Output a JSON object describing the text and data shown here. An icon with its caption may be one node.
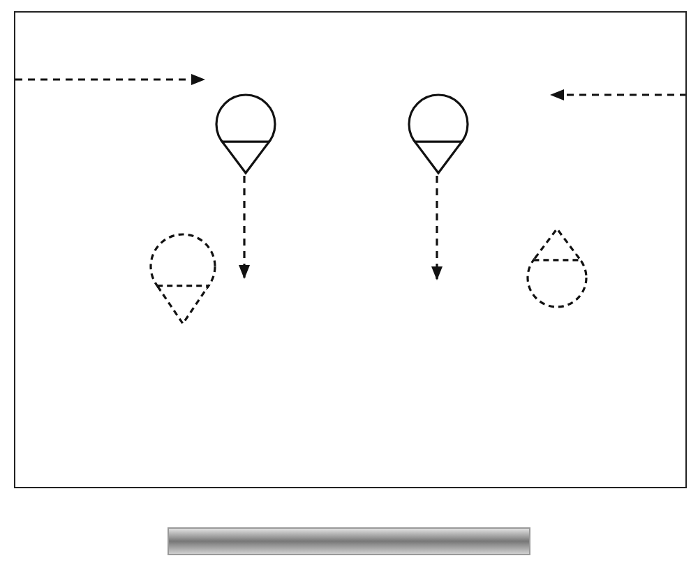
{
  "diagram": {
    "nodes": [
      {
        "text": [],
        "shape": "box"
      },
      {
        "text": [],
        "shape": "cone",
        "in": 0
      },
      {
        "text": [],
        "shape": "cone",
        "in": 0
      },
      {
        "text": [],
        "shape": "cone",
        "in": 0
      },
      {
        "text": [],
        "shape": "cone",
        "in": 0
      },
      {
        "text": [],
        "shape": "bar"
      }
    ],
    "edges": [
      {
        "from": 1,
        "to": 3,
        "arrow": "to",
        "style": "dashed"
      },
      {
        "from": 2,
        "to": null,
        "arrow": "to",
        "style": "dashed"
      }
    ]
  }
}
